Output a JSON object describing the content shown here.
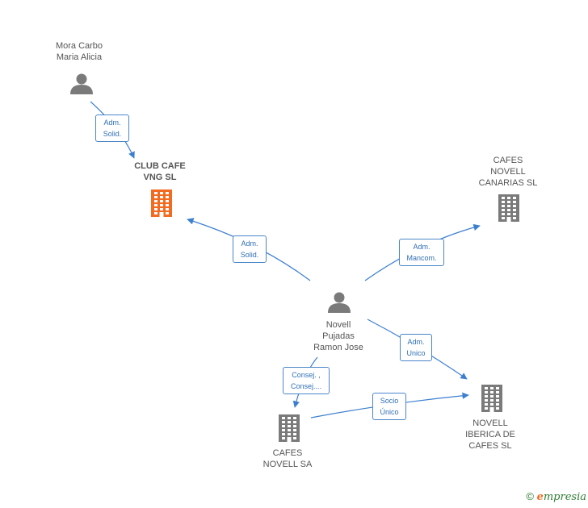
{
  "colors": {
    "edge": "#3b7fd0",
    "person_icon": "#7a7a7a",
    "company_icon": "#7a7a7a",
    "highlight_company": "#f26b21",
    "edge_label_text": "#2f6fb5"
  },
  "nodes": [
    {
      "id": "mora",
      "type": "person",
      "label": "Mora Carbo\nMaria Alicia",
      "icon": "person-icon"
    },
    {
      "id": "club",
      "type": "company",
      "label": "CLUB CAFE\nVNG SL",
      "icon": "building-icon",
      "highlight": true
    },
    {
      "id": "canarias",
      "type": "company",
      "label": "CAFES\nNOVELL\nCANARIAS SL",
      "icon": "building-icon"
    },
    {
      "id": "novell",
      "type": "person",
      "label": "Novell\nPujadas\nRamon Jose",
      "icon": "person-icon"
    },
    {
      "id": "iberica",
      "type": "company",
      "label": "NOVELL\nIBERICA DE\nCAFES SL",
      "icon": "building-icon"
    },
    {
      "id": "cafes",
      "type": "company",
      "label": "CAFES\nNOVELL SA",
      "icon": "building-icon"
    }
  ],
  "edges": [
    {
      "from": "mora",
      "to": "club",
      "label": "Adm.\nSolid."
    },
    {
      "from": "novell",
      "to": "club",
      "label": "Adm.\nSolid."
    },
    {
      "from": "novell",
      "to": "canarias",
      "label": "Adm.\nMancom."
    },
    {
      "from": "novell",
      "to": "iberica",
      "label": "Adm.\nUnico"
    },
    {
      "from": "novell",
      "to": "cafes",
      "label": "Consej. ,\nConsej...."
    },
    {
      "from": "cafes",
      "to": "iberica",
      "label": "Socio\nÚnico"
    }
  ],
  "footer": {
    "copyright": "©",
    "brand_initial": "e",
    "brand_rest": "mpresia"
  }
}
